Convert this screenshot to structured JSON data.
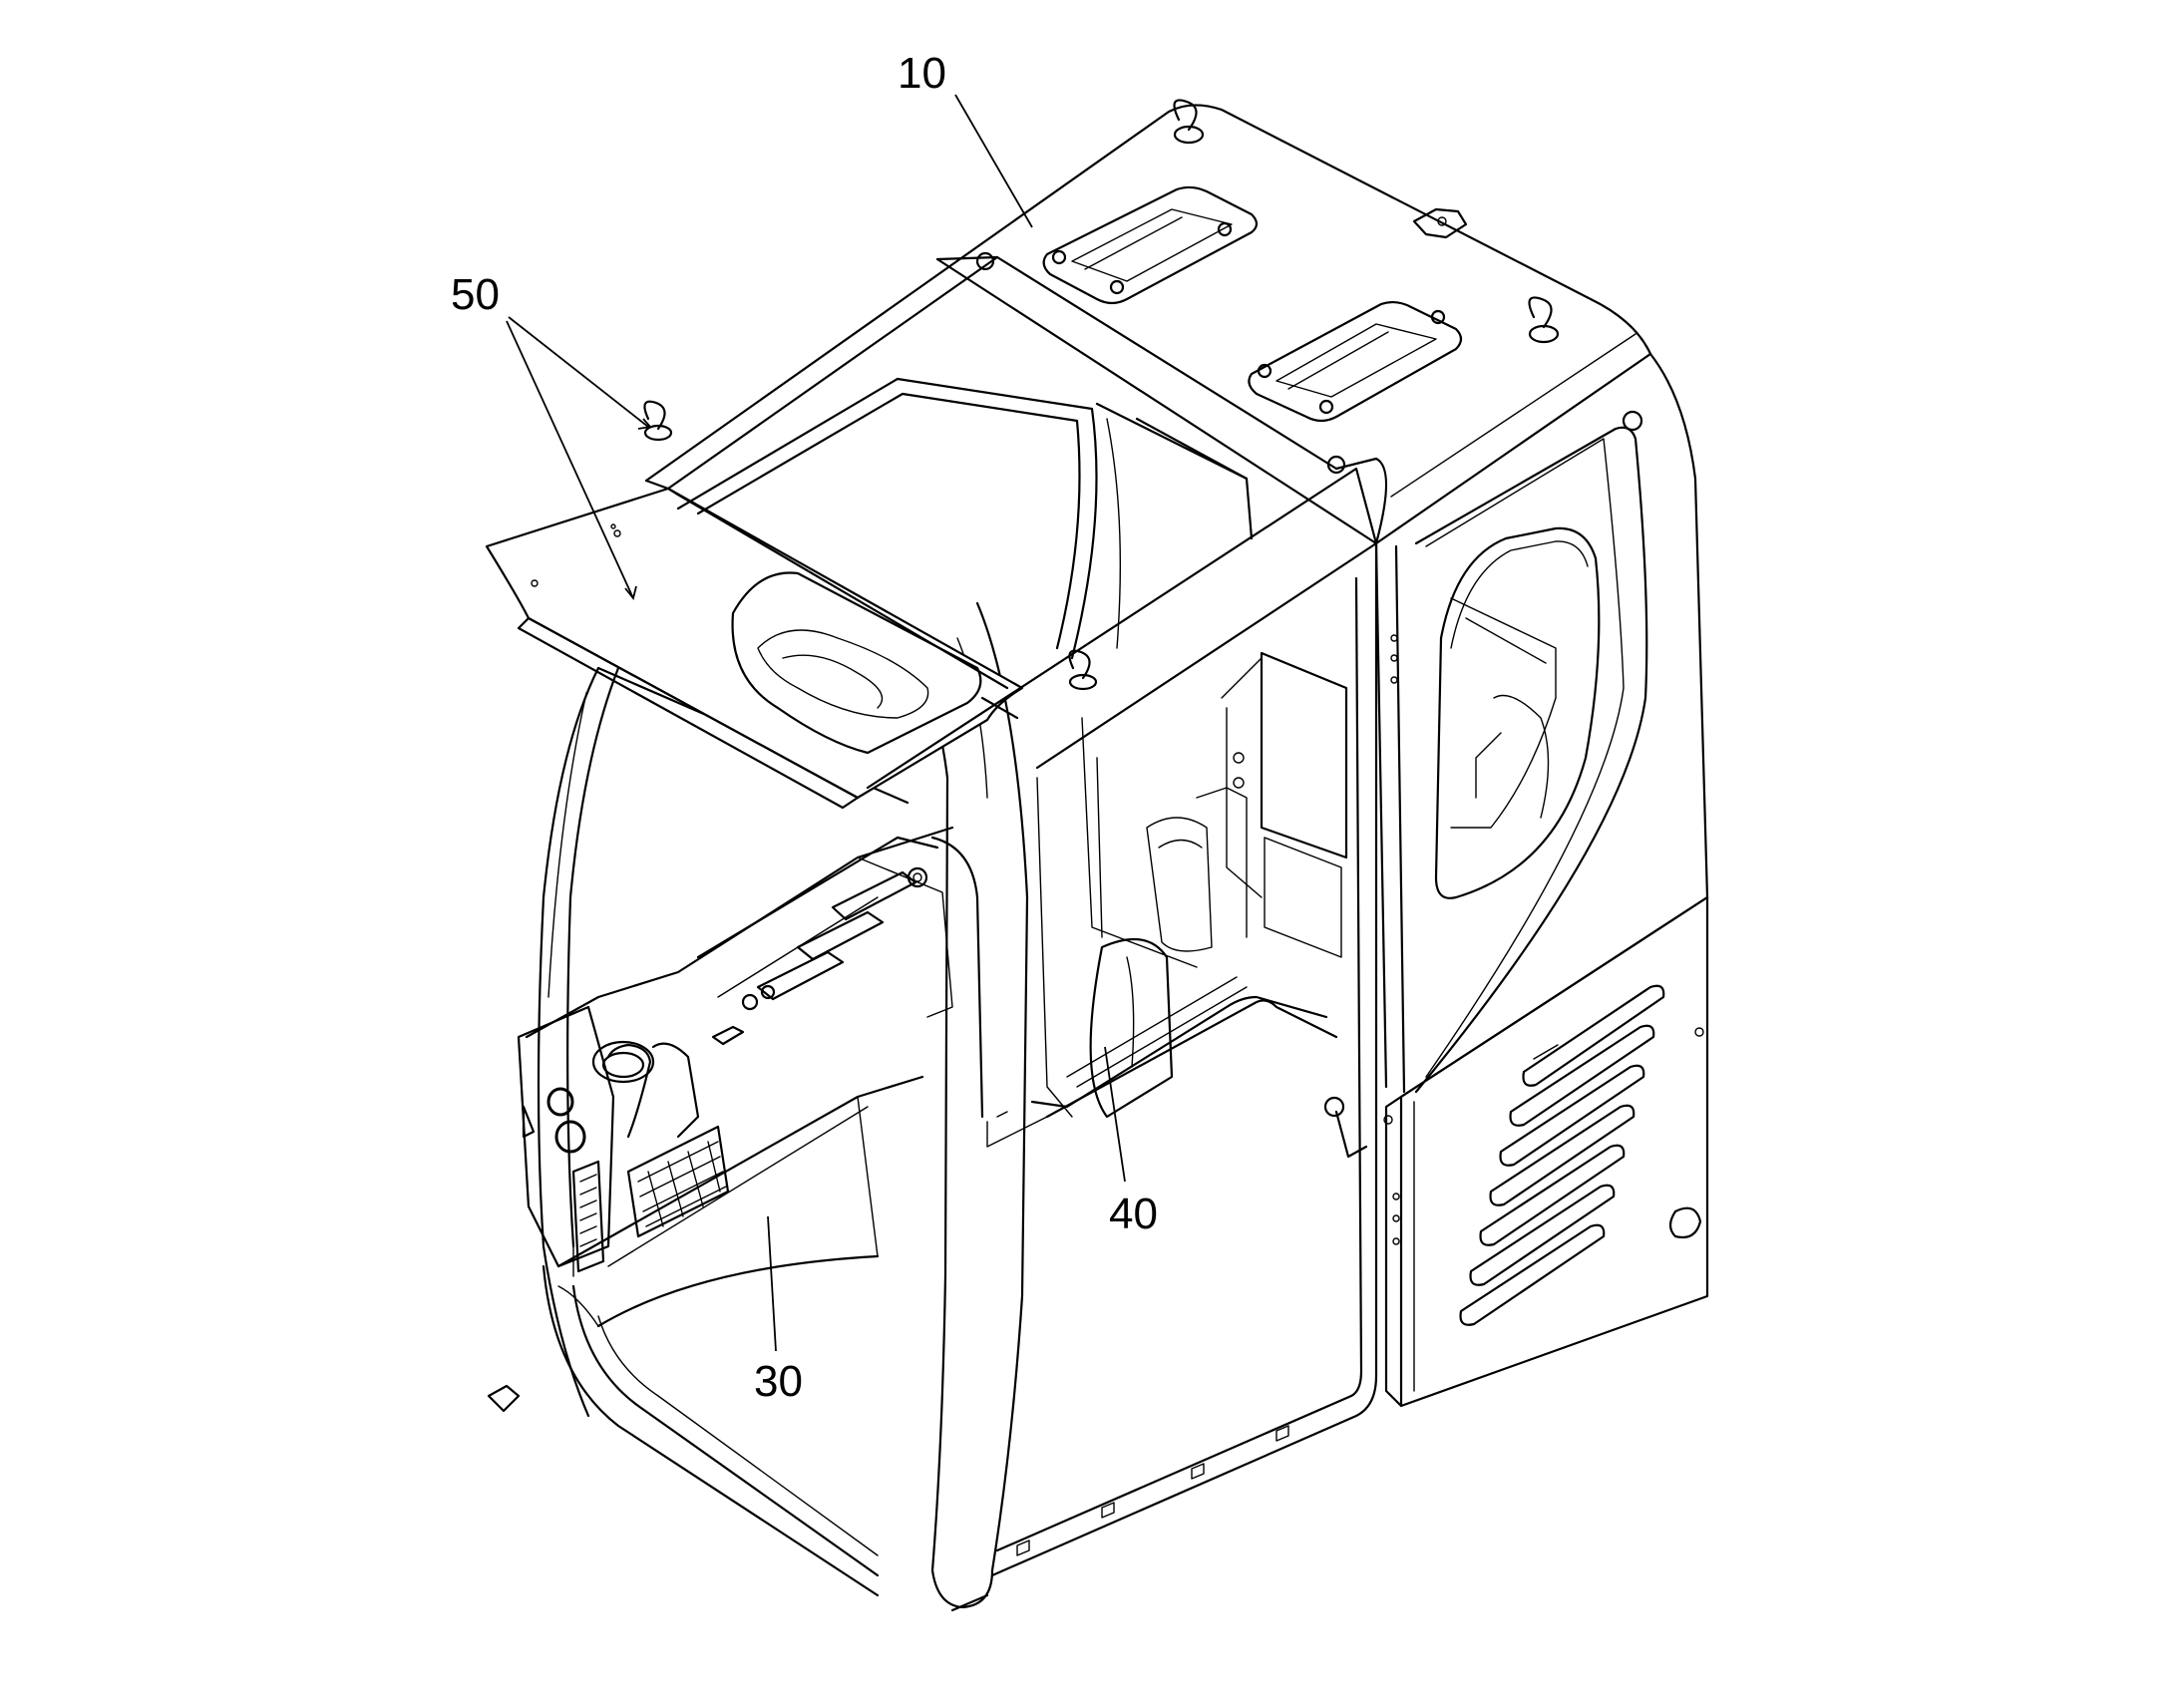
{
  "labels": {
    "roof": "10",
    "sunshade": "50",
    "front_lower_panel": "30",
    "floor_area": "40"
  },
  "colors": {
    "line": "#000000",
    "background": "#ffffff"
  }
}
